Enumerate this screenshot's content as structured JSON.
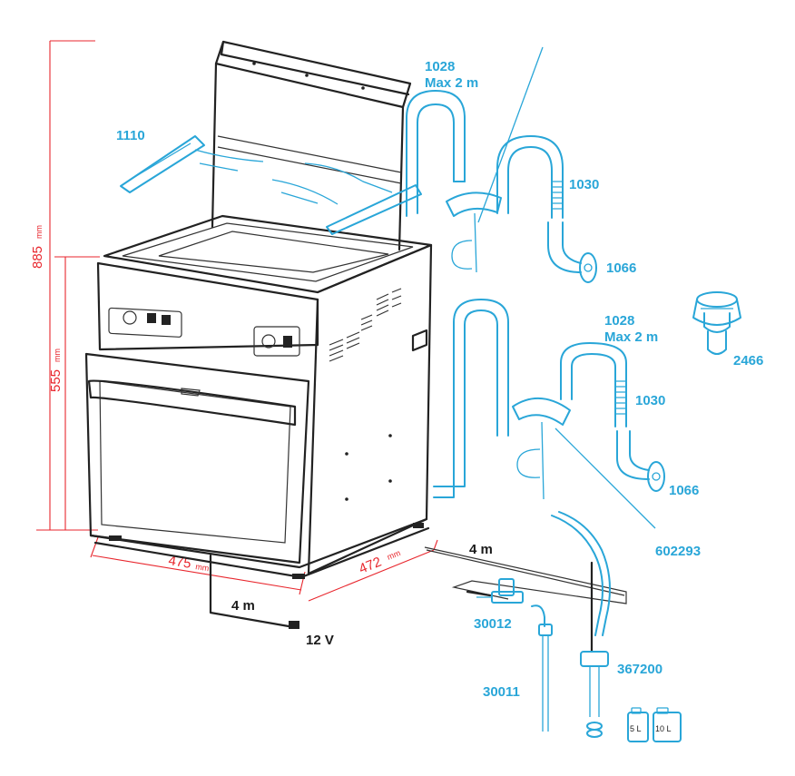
{
  "labels": {
    "fry_baskets": "1110",
    "hose_upper": "1028",
    "hose_upper_max": "Max 2 m",
    "bend_upper": "1030",
    "flange_upper": "1066",
    "vent_cap": "2466",
    "hose_lower": "1028",
    "hose_lower_max": "Max 2 m",
    "bend_lower": "1030",
    "flange_lower": "1066",
    "probe": "602293",
    "drain_cable_length": "4 m",
    "valve": "30012",
    "tube": "30011",
    "dosing_pump": "367200",
    "power_cable_length": "4 m",
    "voltage": "12 V"
  },
  "dimensions": {
    "total_height": "885",
    "body_height": "555",
    "width": "475",
    "depth": "472",
    "unit": "mm"
  },
  "containers": [
    "5 L",
    "10 L"
  ],
  "colors": {
    "callout": "#29a6d8",
    "dimension": "#e8262d",
    "outline": "#222222"
  }
}
